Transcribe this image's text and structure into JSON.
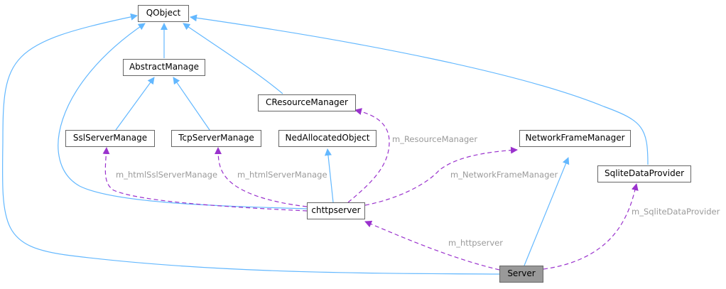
{
  "colors": {
    "inheritance": "#63b8ff",
    "usage": "#9a32cd",
    "label": "#9a9a9a",
    "border": "#666666",
    "current_fill": "#999999"
  },
  "nodes": {
    "qobject": "QObject",
    "abstractmanage": "AbstractManage",
    "cresourcemanager": "CResourceManager",
    "sslservermanage": "SslServerManage",
    "tcpservermanage": "TcpServerManage",
    "nedallocatedobject": "NedAllocatedObject",
    "networkframemanager": "NetworkFrameManager",
    "sqlitedataprovider": "SqliteDataProvider",
    "chttpserver": "chttpserver",
    "server": "Server"
  },
  "edge_labels": {
    "m_resourcemanager": "m_ResourceManager",
    "m_htmlsslservermanage": "m_htmlSslServerManage",
    "m_htmlservermanage": "m_htmlServerManage",
    "m_networkframemanager": "m_NetworkFrameManager",
    "m_sqlitedataprovider": "m_SqliteDataProvider",
    "m_httpserver": "m_httpserver"
  }
}
